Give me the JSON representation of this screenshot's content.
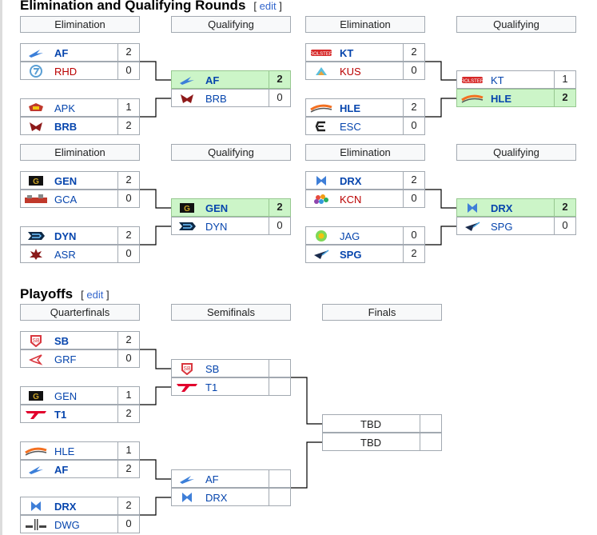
{
  "sections": {
    "elim_title": "Elimination and Qualifying Rounds",
    "playoffs_title": "Playoffs",
    "edit_label": "edit"
  },
  "round_labels": {
    "elimination": "Elimination",
    "qualifying": "Qualifying",
    "quarterfinals": "Quarterfinals",
    "semifinals": "Semifinals",
    "finals": "Finals"
  },
  "groupA": {
    "m1": [
      {
        "team": "AF",
        "score": "2"
      },
      {
        "team": "RHD",
        "score": "0"
      }
    ],
    "m2": [
      {
        "team": "APK",
        "score": "1"
      },
      {
        "team": "BRB",
        "score": "2"
      }
    ],
    "q": [
      {
        "team": "AF",
        "score": "2"
      },
      {
        "team": "BRB",
        "score": "0"
      }
    ]
  },
  "groupB": {
    "m1": [
      {
        "team": "KT",
        "score": "2"
      },
      {
        "team": "KUS",
        "score": "0"
      }
    ],
    "m2": [
      {
        "team": "HLE",
        "score": "2"
      },
      {
        "team": "ESC",
        "score": "0"
      }
    ],
    "q": [
      {
        "team": "KT",
        "score": "1"
      },
      {
        "team": "HLE",
        "score": "2"
      }
    ]
  },
  "groupC": {
    "m1": [
      {
        "team": "GEN",
        "score": "2"
      },
      {
        "team": "GCA",
        "score": "0"
      }
    ],
    "m2": [
      {
        "team": "DYN",
        "score": "2"
      },
      {
        "team": "ASR",
        "score": "0"
      }
    ],
    "q": [
      {
        "team": "GEN",
        "score": "2"
      },
      {
        "team": "DYN",
        "score": "0"
      }
    ]
  },
  "groupD": {
    "m1": [
      {
        "team": "DRX",
        "score": "2"
      },
      {
        "team": "KCN",
        "score": "0"
      }
    ],
    "m2": [
      {
        "team": "JAG",
        "score": "0"
      },
      {
        "team": "SPG",
        "score": "2"
      }
    ],
    "q": [
      {
        "team": "DRX",
        "score": "2"
      },
      {
        "team": "SPG",
        "score": "0"
      }
    ]
  },
  "playoffs": {
    "qf1": [
      {
        "team": "SB",
        "score": "2"
      },
      {
        "team": "GRF",
        "score": "0"
      }
    ],
    "qf2": [
      {
        "team": "GEN",
        "score": "1"
      },
      {
        "team": "T1",
        "score": "2"
      }
    ],
    "qf3": [
      {
        "team": "HLE",
        "score": "1"
      },
      {
        "team": "AF",
        "score": "2"
      }
    ],
    "qf4": [
      {
        "team": "DRX",
        "score": "2"
      },
      {
        "team": "DWG",
        "score": "0"
      }
    ],
    "sf1": [
      {
        "team": "SB",
        "score": ""
      },
      {
        "team": "T1",
        "score": ""
      }
    ],
    "sf2": [
      {
        "team": "AF",
        "score": ""
      },
      {
        "team": "DRX",
        "score": ""
      }
    ],
    "final": [
      {
        "team": "TBD",
        "score": ""
      },
      {
        "team": "TBD",
        "score": ""
      }
    ]
  },
  "logo_icons": {
    "AF": "afreeca-freecs-icon",
    "RHD": "rhd-icon",
    "APK": "apk-icon",
    "BRB": "brb-icon",
    "KT": "kt-rolster-icon",
    "KUS": "kus-icon",
    "HLE": "hanwha-life-icon",
    "ESC": "esc-icon",
    "GEN": "gen-g-icon",
    "GCA": "gca-icon",
    "DYN": "dynamics-icon",
    "ASR": "asr-icon",
    "DRX": "drx-icon",
    "KCN": "kcn-icon",
    "JAG": "jag-icon",
    "SPG": "spg-icon",
    "SB": "sandbox-icon",
    "GRF": "griffin-icon",
    "T1": "t1-icon",
    "DWG": "damwon-icon"
  }
}
